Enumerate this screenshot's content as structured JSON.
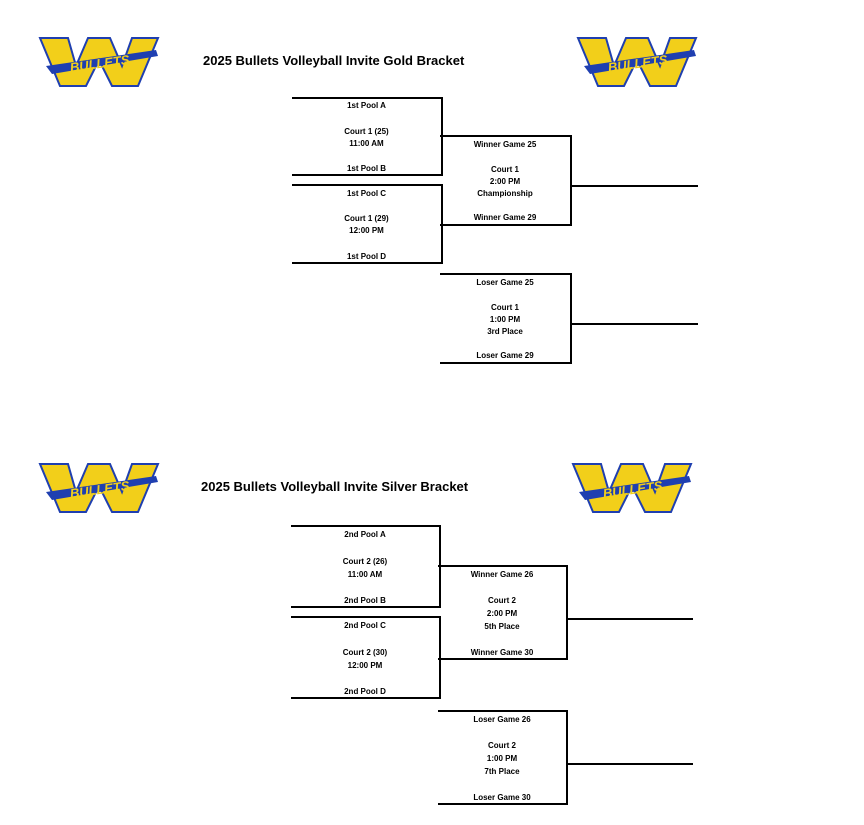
{
  "colors": {
    "logo_gold": "#f2cf1a",
    "logo_blue": "#1f3fb0",
    "lines": "#000000"
  },
  "gold": {
    "title": "2025 Bullets Volleyball Invite Gold Bracket",
    "game_a": {
      "top": "1st Pool A",
      "court": "Court 1 (25)",
      "time": "11:00 AM",
      "bottom": "1st Pool B"
    },
    "game_b": {
      "top": "1st Pool C",
      "court": "Court 1 (29)",
      "time": "12:00 PM",
      "bottom": "1st Pool D"
    },
    "final": {
      "top": "Winner Game 25",
      "court": "Court 1",
      "time": "2:00 PM",
      "label": "Championship",
      "bottom": "Winner Game 29"
    },
    "consolation": {
      "top": "Loser Game 25",
      "court": "Court 1",
      "time": "1:00 PM",
      "label": "3rd Place",
      "bottom": "Loser Game 29"
    }
  },
  "silver": {
    "title": "2025 Bullets Volleyball Invite Silver Bracket",
    "game_a": {
      "top": "2nd Pool A",
      "court": "Court 2 (26)",
      "time": "11:00 AM",
      "bottom": "2nd Pool B"
    },
    "game_b": {
      "top": "2nd Pool C",
      "court": "Court 2 (30)",
      "time": "12:00 PM",
      "bottom": "2nd Pool D"
    },
    "final": {
      "top": "Winner Game 26",
      "court": "Court 2",
      "time": "2:00 PM",
      "label": "5th Place",
      "bottom": "Winner Game 30"
    },
    "consolation": {
      "top": "Loser Game 26",
      "court": "Court 2",
      "time": "1:00 PM",
      "label": "7th Place",
      "bottom": "Loser Game 30"
    }
  },
  "logo_text": "BULLETS"
}
